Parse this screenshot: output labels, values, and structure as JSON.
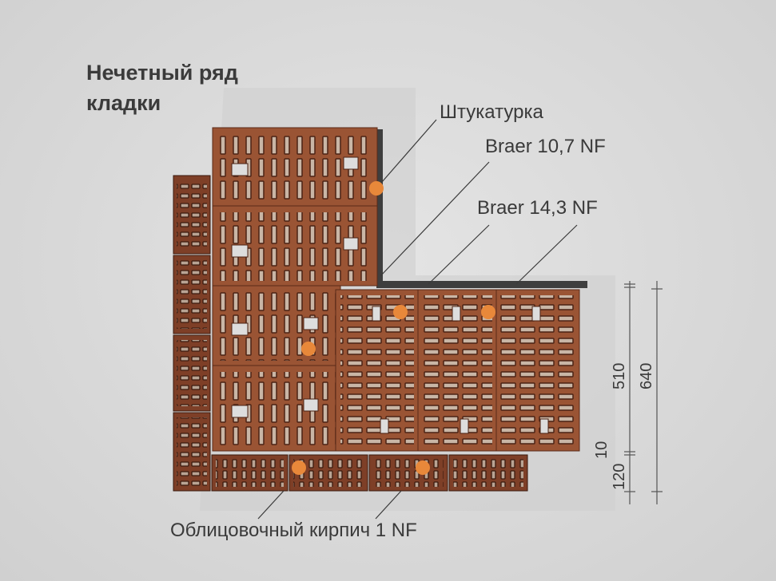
{
  "title": {
    "line1": "Нечетный ряд",
    "line2": "кладки"
  },
  "labels": {
    "plaster": "Штукатурка",
    "braer_107": "Braer 10,7 NF",
    "braer_143": "Braer 14,3 NF",
    "facing_brick": "Облицовочный кирпич 1 NF"
  },
  "dimensions": {
    "d510": "510",
    "d640": "640",
    "d10": "10",
    "d120": "120"
  },
  "colors": {
    "brick": "#9a5434",
    "facing": "#7e3f27",
    "marker": "#e8883a",
    "plaster": "#3e3e3e"
  }
}
